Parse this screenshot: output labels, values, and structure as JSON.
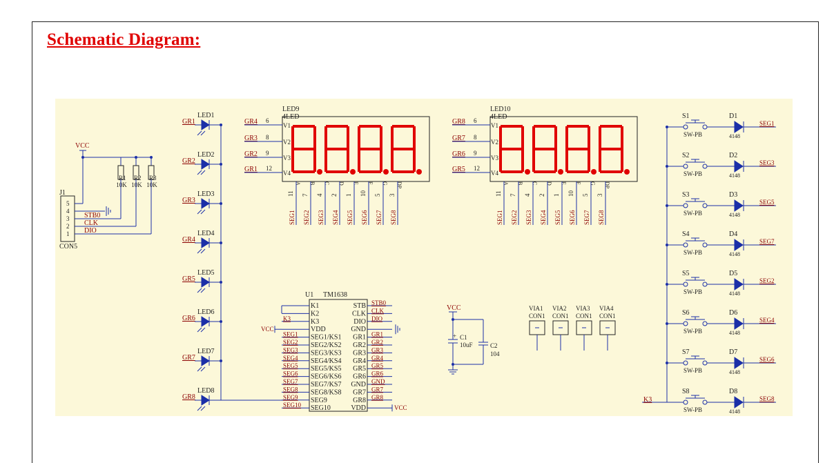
{
  "heading": "Schematic Diagram:",
  "colors": {
    "wire": "#1b2fa8",
    "label": "#8b0000",
    "segment": "#e00000",
    "sheet": "#fcf8d9",
    "heading": "#e00000"
  },
  "connector": {
    "ref": "J1",
    "part": "CON5",
    "pins": [
      "5",
      "4",
      "3",
      "2",
      "1"
    ],
    "nets": [
      "STB0",
      "CLK",
      "DIO"
    ],
    "vcc": "VCC"
  },
  "resistors": [
    {
      "ref": "R1",
      "value": "10K"
    },
    {
      "ref": "R2",
      "value": "10K"
    },
    {
      "ref": "R3",
      "value": "10K"
    }
  ],
  "leds": [
    {
      "ref": "LED1",
      "net": "GR1"
    },
    {
      "ref": "LED2",
      "net": "GR2"
    },
    {
      "ref": "LED3",
      "net": "GR3"
    },
    {
      "ref": "LED4",
      "net": "GR4"
    },
    {
      "ref": "LED5",
      "net": "GR5"
    },
    {
      "ref": "LED6",
      "net": "GR6"
    },
    {
      "ref": "LED7",
      "net": "GR7"
    },
    {
      "ref": "LED8",
      "net": "GR8"
    }
  ],
  "displays": [
    {
      "ref": "LED9",
      "part": "4LED",
      "digits": [
        "GR4",
        "GR3",
        "GR2",
        "GR1"
      ],
      "digit_pins": [
        "6",
        "8",
        "9",
        "12"
      ],
      "vpins": [
        "V1",
        "V2",
        "V3",
        "V4"
      ],
      "seg_pins": [
        "A",
        "B",
        "C",
        "D",
        "E",
        "F",
        "G",
        "DP"
      ],
      "seg_numbers": [
        "11",
        "7",
        "4",
        "2",
        "1",
        "10",
        "5",
        "3"
      ],
      "seg_nets": [
        "SEG1",
        "SEG2",
        "SEG3",
        "SEG4",
        "SEG5",
        "SEG6",
        "SEG7",
        "SEG8"
      ]
    },
    {
      "ref": "LED10",
      "part": "4LED",
      "digits": [
        "GR8",
        "GR7",
        "GR6",
        "GR5"
      ],
      "digit_pins": [
        "6",
        "8",
        "9",
        "12"
      ],
      "vpins": [
        "V1",
        "V2",
        "V3",
        "V4"
      ],
      "seg_pins": [
        "A",
        "B",
        "C",
        "D",
        "E",
        "F",
        "G",
        "DP"
      ],
      "seg_numbers": [
        "11",
        "7",
        "4",
        "2",
        "1",
        "10",
        "5",
        "3"
      ],
      "seg_nets": [
        "SEG1",
        "SEG2",
        "SEG3",
        "SEG4",
        "SEG5",
        "SEG6",
        "SEG7",
        "SEG8"
      ]
    }
  ],
  "ic": {
    "ref": "U1",
    "part": "TM1638",
    "left_pins": [
      "K1",
      "K2",
      "K3",
      "VDD",
      "SEG1/KS1",
      "SEG2/KS2",
      "SEG3/KS3",
      "SEG4/KS4",
      "SEG5/KS5",
      "SEG6/KS6",
      "SEG7/KS7",
      "SEG8/KS8",
      "SEG9",
      "SEG10"
    ],
    "left_nets": [
      "",
      "",
      "K3",
      "VCC",
      "SEG1",
      "SEG2",
      "SEG3",
      "SEG4",
      "SEG5",
      "SEG6",
      "SEG7",
      "SEG8",
      "SEG9",
      "SEG10"
    ],
    "right_pins": [
      "STB",
      "CLK",
      "DIO",
      "GND",
      "GR1",
      "GR2",
      "GR3",
      "GR4",
      "GR5",
      "GR6",
      "GND",
      "GR7",
      "GR8",
      "VDD"
    ],
    "right_nets": [
      "STB0",
      "CLK",
      "DIO",
      "",
      "GR1",
      "GR2",
      "GR3",
      "GR4",
      "GR5",
      "GR6",
      "GND",
      "GR7",
      "GR8",
      "VCC"
    ]
  },
  "caps": {
    "vcc": "VCC",
    "c1_ref": "C1",
    "c1_value": "10uF",
    "c2_ref": "C2",
    "c2_value": "104"
  },
  "vias": [
    {
      "ref": "VIA1",
      "part": "CON1"
    },
    {
      "ref": "VIA2",
      "part": "CON1"
    },
    {
      "ref": "VIA3",
      "part": "CON1"
    },
    {
      "ref": "VIA4",
      "part": "CON1"
    }
  ],
  "switches": [
    {
      "sw": "S1",
      "part": "SW-PB",
      "diode": "D1",
      "dpart": "4148",
      "net": "SEG1"
    },
    {
      "sw": "S2",
      "part": "SW-PB",
      "diode": "D2",
      "dpart": "4148",
      "net": "SEG3"
    },
    {
      "sw": "S3",
      "part": "SW-PB",
      "diode": "D3",
      "dpart": "4148",
      "net": "SEG5"
    },
    {
      "sw": "S4",
      "part": "SW-PB",
      "diode": "D4",
      "dpart": "4148",
      "net": "SEG7"
    },
    {
      "sw": "S5",
      "part": "SW-PB",
      "diode": "D5",
      "dpart": "4148",
      "net": "SEG2"
    },
    {
      "sw": "S6",
      "part": "SW-PB",
      "diode": "D6",
      "dpart": "4148",
      "net": "SEG4"
    },
    {
      "sw": "S7",
      "part": "SW-PB",
      "diode": "D7",
      "dpart": "4148",
      "net": "SEG6"
    },
    {
      "sw": "S8",
      "part": "SW-PB",
      "diode": "D8",
      "dpart": "4148",
      "net": "SEG8"
    }
  ],
  "k3_net": "K3"
}
